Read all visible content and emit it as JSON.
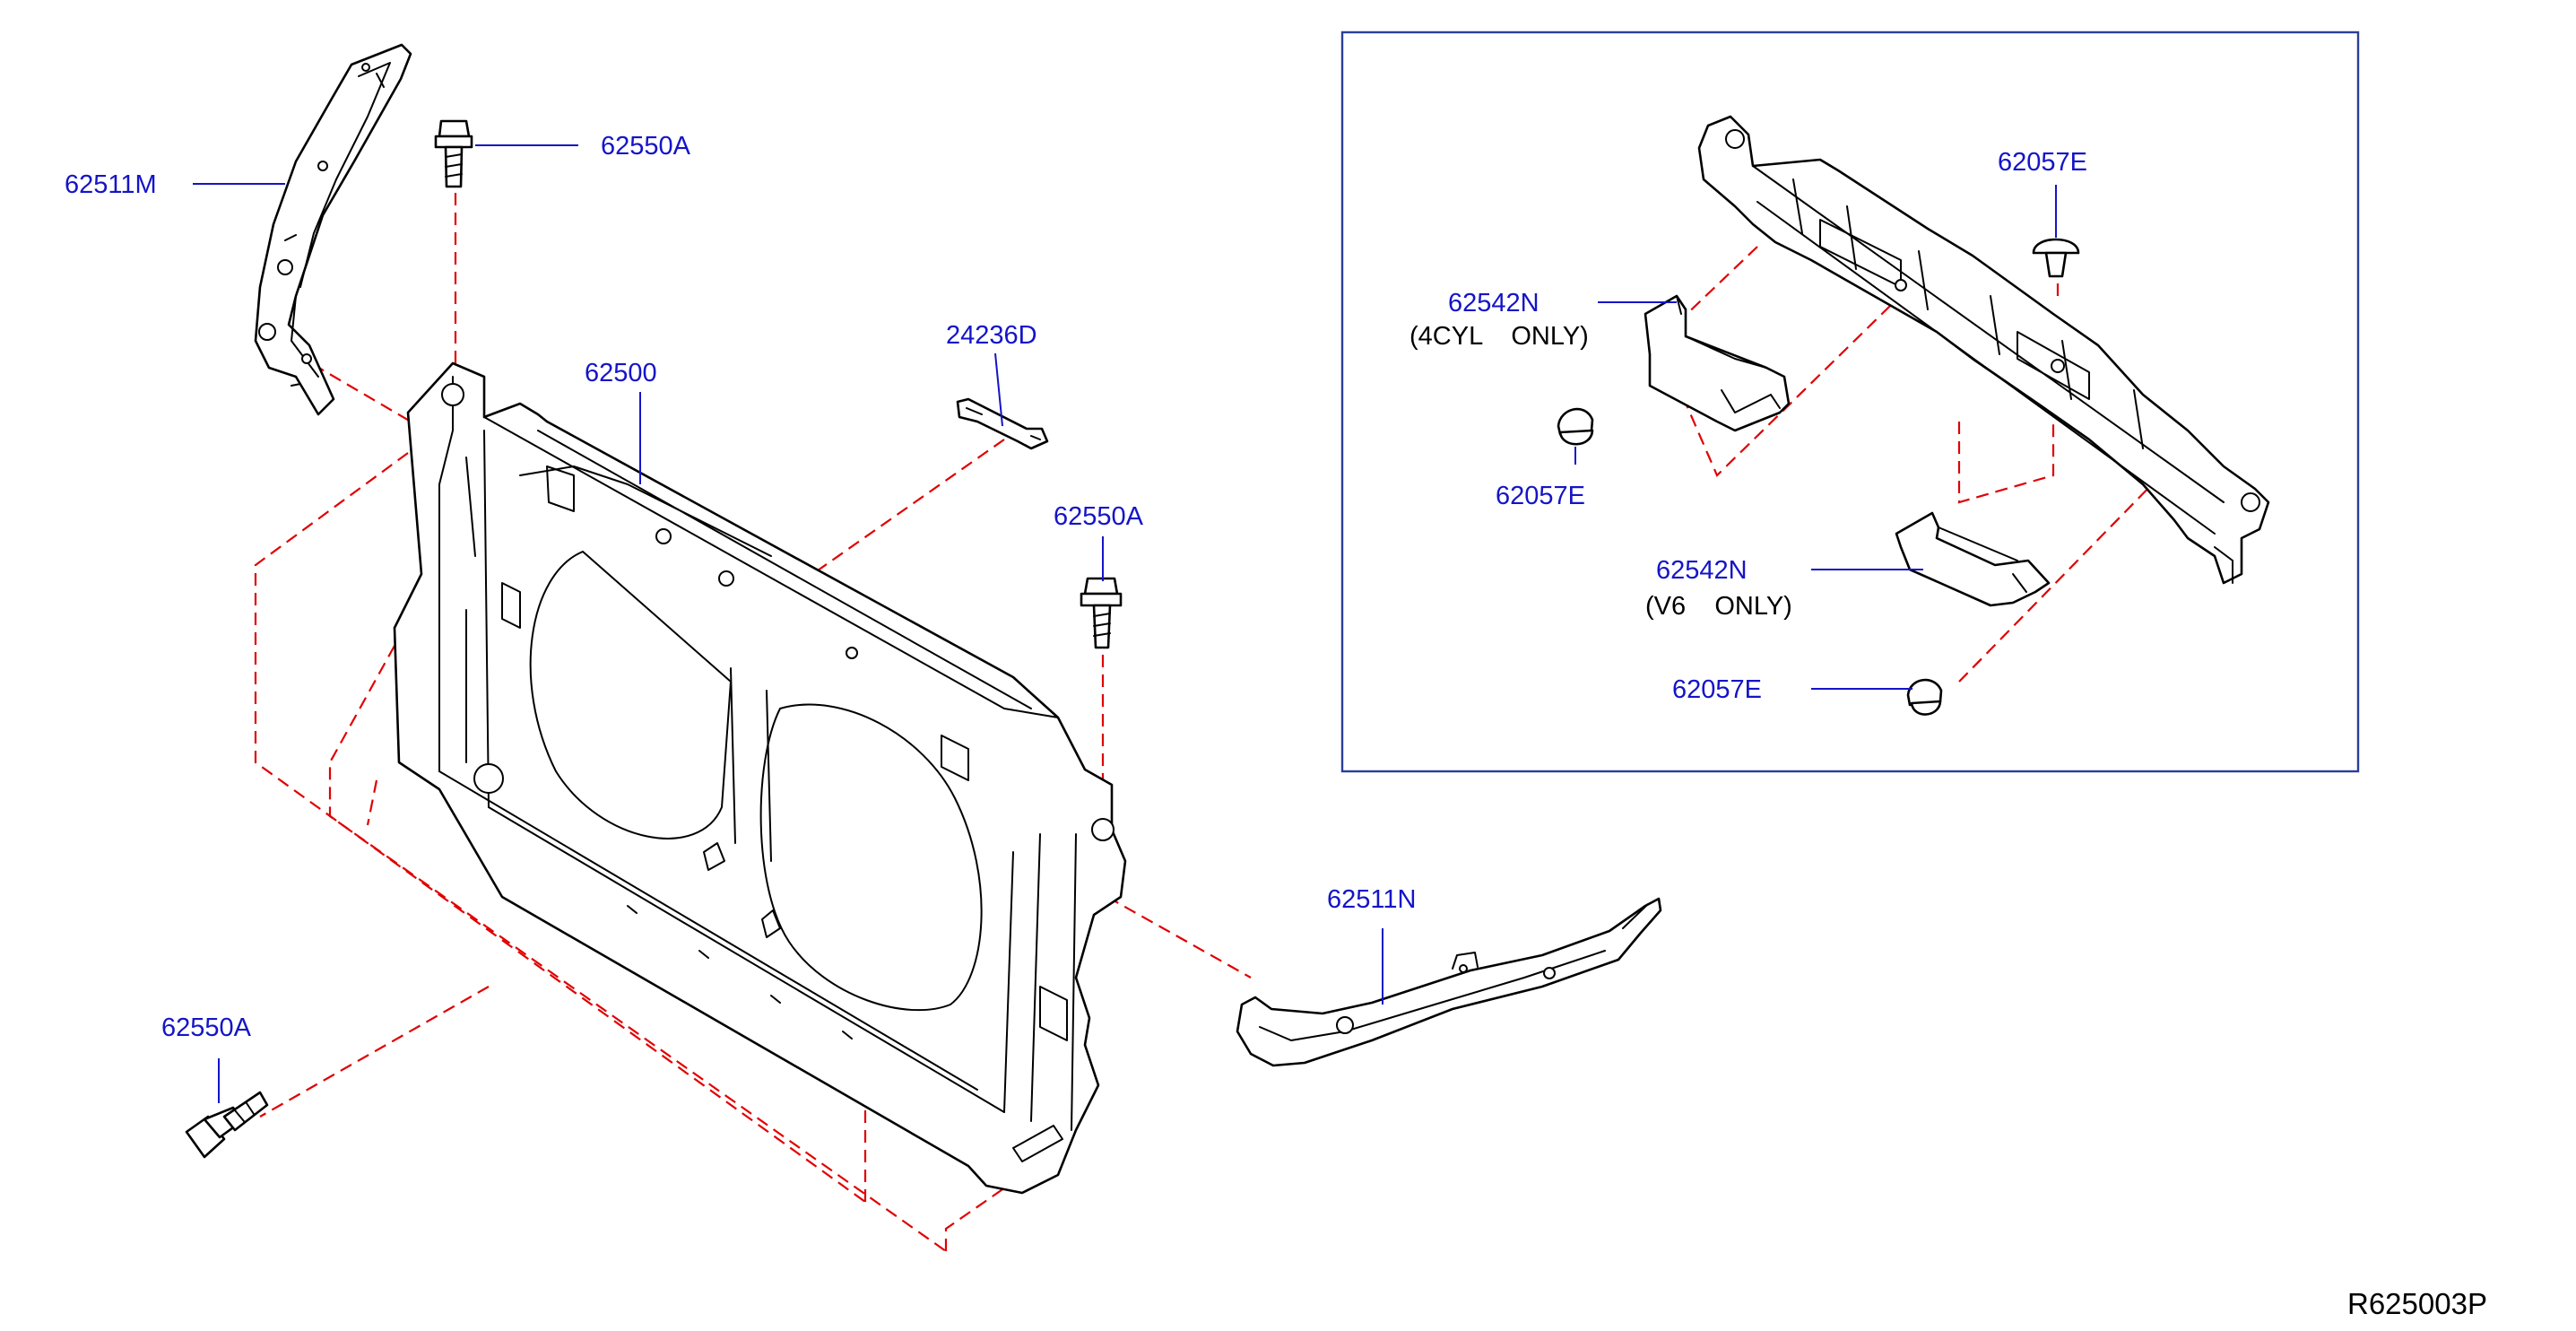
{
  "diagram": {
    "reference_code": "R625003P",
    "colors": {
      "callout_text": "#1414c8",
      "leader_line": "#1414c8",
      "assembly_dash_line": "#e00000",
      "inset_border": "#2a3e9a",
      "part_outline": "#000000"
    },
    "callouts": {
      "bracket_left_upper": "62511M",
      "bolt_top": "62550A",
      "core_support": "62500",
      "clip_bracket": "24236D",
      "bolt_right": "62550A",
      "bolt_bottom_left": "62550A",
      "bracket_right_lower": "62511N",
      "inset_clip_top": "62057E",
      "inset_duct_4cyl": "62542N",
      "inset_duct_4cyl_note": "(4CYL    ONLY)",
      "inset_clip_left": "62057E",
      "inset_duct_v6": "62542N",
      "inset_duct_v6_note": "(V6    ONLY)",
      "inset_clip_bottom": "62057E"
    }
  }
}
